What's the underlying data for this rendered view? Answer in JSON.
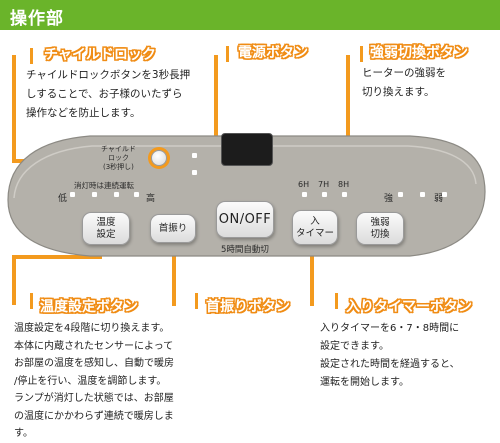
{
  "header": {
    "title": "操作部"
  },
  "colors": {
    "header_green": "#6ab42a",
    "callout_orange": "#f39a1e",
    "panel_gray": "#b4b1aa"
  },
  "callouts": {
    "child_lock": {
      "title": "チャイルドロック",
      "lines": [
        "チャイルドロックボタンを3秒長押",
        "しすることで、お子様のいたずら",
        "操作などを防止します。"
      ]
    },
    "power": {
      "title": "電源ボタン"
    },
    "strength": {
      "title": "強弱切換ボタン",
      "lines": [
        "ヒーターの強弱を",
        "切り換えます。"
      ]
    },
    "temperature": {
      "title": "温度設定ボタン",
      "lines": [
        "温度設定を4段階に切り換えます。",
        "本体に内蔵されたセンサーによって",
        "お部屋の温度を感知し、自動で暖房",
        "/停止を行い、温度を調節します。",
        "ランプが消灯した状態では、お部屋",
        "の温度にかかわらず連続で暖房しま",
        "す。"
      ]
    },
    "swing": {
      "title": "首振りボタン"
    },
    "timer": {
      "title": "入りタイマーボタン",
      "lines": [
        "入りタイマーを6・7・8時間に",
        "設定できます。",
        "設定された時間を経過すると、",
        "運転を開始します。"
      ]
    }
  },
  "panel": {
    "lock_label": [
      "チャイルド",
      "ロック",
      "(3秒押し)"
    ],
    "continuous_label": "消灯時は連続運転",
    "low_label": "低",
    "high_label": "高",
    "hour_labels": [
      "6H",
      "7H",
      "8H"
    ],
    "strong_label": "強",
    "weak_label": "弱",
    "timer_caption": "5時間自動切",
    "buttons": {
      "temperature": [
        "温度",
        "設定"
      ],
      "swing": "首振り",
      "onoff": "ON/OFF",
      "timer": [
        "入",
        "タイマー"
      ],
      "strength": [
        "強弱",
        "切換"
      ]
    }
  }
}
